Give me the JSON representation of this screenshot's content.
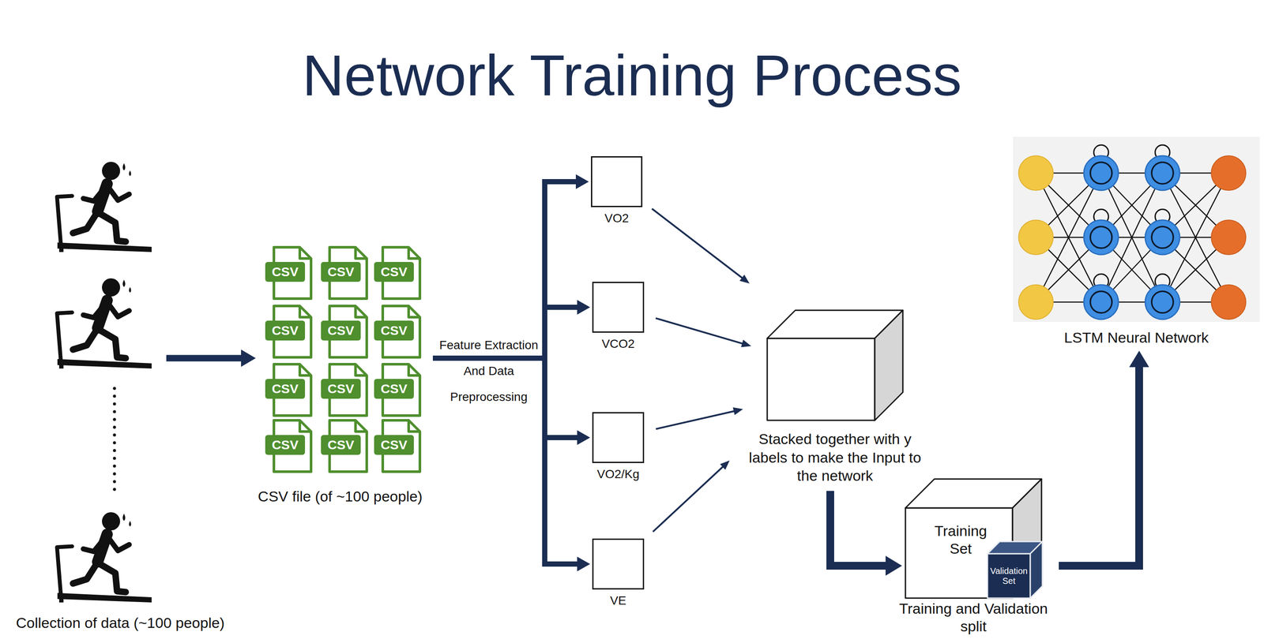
{
  "diagram": {
    "title": "Network Training Process",
    "nodes": [
      {
        "text": [
          "Collection of data (~100 people)"
        ]
      },
      {
        "text": [
          "CSV file (of ~100 people)"
        ]
      },
      {
        "text": [
          "CSV"
        ],
        "in": 1
      },
      {
        "text": [
          "CSV"
        ],
        "in": 1
      },
      {
        "text": [
          "CSV"
        ],
        "in": 1
      },
      {
        "text": [
          "CSV"
        ],
        "in": 1
      },
      {
        "text": [
          "CSV"
        ],
        "in": 1
      },
      {
        "text": [
          "CSV"
        ],
        "in": 1
      },
      {
        "text": [
          "CSV"
        ],
        "in": 1
      },
      {
        "text": [
          "CSV"
        ],
        "in": 1
      },
      {
        "text": [
          "CSV"
        ],
        "in": 1
      },
      {
        "text": [
          "CSV"
        ],
        "in": 1
      },
      {
        "text": [
          "CSV"
        ],
        "in": 1
      },
      {
        "text": [
          "CSV"
        ],
        "in": 1
      },
      {
        "text": [
          "VO2"
        ]
      },
      {
        "text": [
          "VCO2"
        ]
      },
      {
        "text": [
          "VO2/Kg"
        ]
      },
      {
        "text": [
          "VE"
        ]
      },
      {
        "text": [
          "Stacked together with y labels to make the Input to the network"
        ]
      },
      {
        "text": [
          "Training Set",
          "Training and Validation split"
        ]
      },
      {
        "text": [
          "Validation Set"
        ],
        "in": 19
      },
      {
        "text": [
          "LSTM Neural Network"
        ]
      }
    ],
    "edges": [
      {
        "from": 0,
        "to": 1,
        "arrow": "to"
      },
      {
        "from": 1,
        "to": 14,
        "arrow": "to",
        "label": "Feature Extraction And Data Preprocessing"
      },
      {
        "from": 1,
        "to": 15,
        "arrow": "to"
      },
      {
        "from": 1,
        "to": 16,
        "arrow": "to"
      },
      {
        "from": 1,
        "to": 17,
        "arrow": "to"
      },
      {
        "from": 14,
        "to": 18,
        "arrow": "to"
      },
      {
        "from": 15,
        "to": 18,
        "arrow": "to"
      },
      {
        "from": 16,
        "to": 18,
        "arrow": "to"
      },
      {
        "from": 17,
        "to": 18,
        "arrow": "to"
      },
      {
        "from": 18,
        "to": 19,
        "arrow": "to"
      },
      {
        "from": 19,
        "to": 21,
        "arrow": "to"
      }
    ]
  }
}
